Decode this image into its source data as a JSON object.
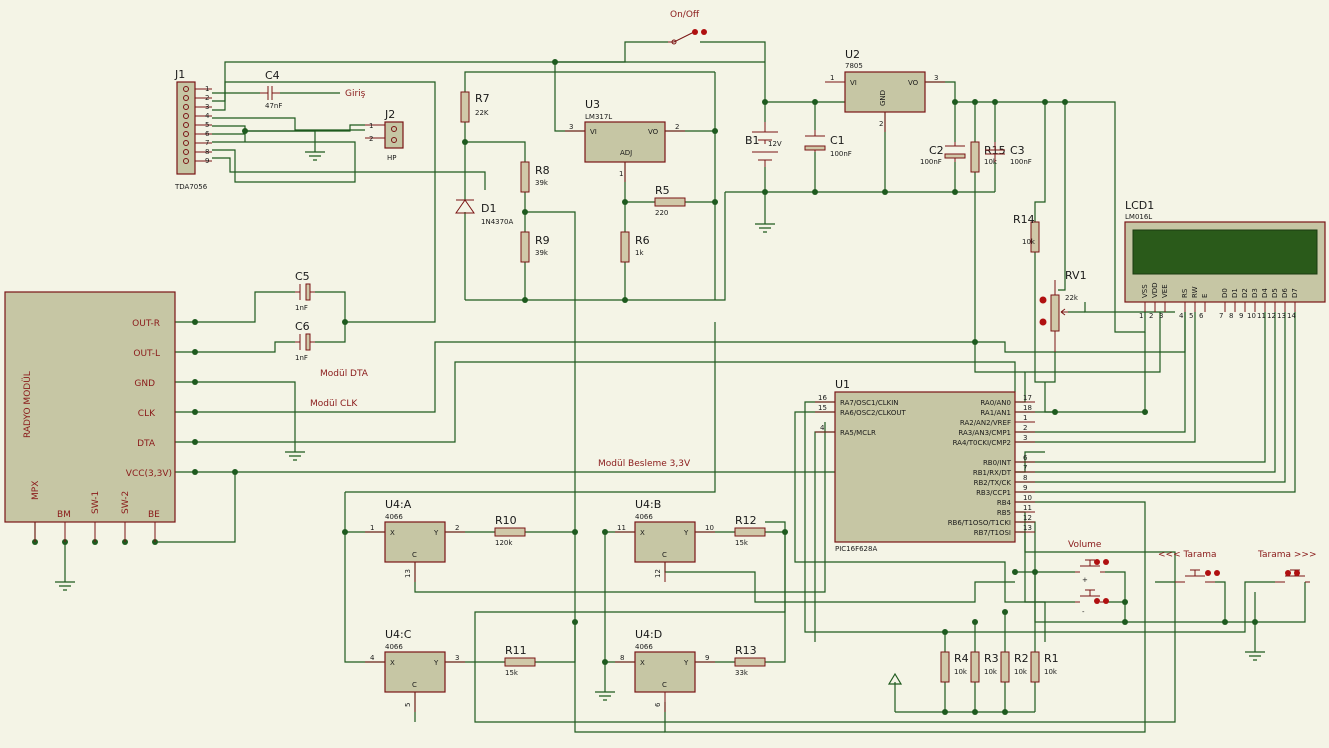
{
  "components": {
    "j1": {
      "ref": "J1",
      "value": "TDA7056",
      "pins": [
        "1",
        "2",
        "3",
        "4",
        "5",
        "6",
        "7",
        "8",
        "9"
      ]
    },
    "j2": {
      "ref": "J2",
      "value": "HP",
      "pins": [
        "1",
        "2"
      ]
    },
    "c4": {
      "ref": "C4",
      "value": "47nF"
    },
    "c5": {
      "ref": "C5",
      "value": "1nF"
    },
    "c6": {
      "ref": "C6",
      "value": "1nF"
    },
    "c1": {
      "ref": "C1",
      "value": "100nF"
    },
    "c2": {
      "ref": "C2",
      "value": "100nF"
    },
    "c3": {
      "ref": "C3",
      "value": "100nF"
    },
    "r7": {
      "ref": "R7",
      "value": "22K"
    },
    "r8": {
      "ref": "R8",
      "value": "39k"
    },
    "r9": {
      "ref": "R9",
      "value": "39k"
    },
    "r5": {
      "ref": "R5",
      "value": "220"
    },
    "r6": {
      "ref": "R6",
      "value": "1k"
    },
    "r15": {
      "ref": "R15",
      "value": "10k"
    },
    "r14": {
      "ref": "R14",
      "value": "10k"
    },
    "rv1": {
      "ref": "RV1",
      "value": "22k"
    },
    "r10": {
      "ref": "R10",
      "value": "120k"
    },
    "r11": {
      "ref": "R11",
      "value": "15k"
    },
    "r12": {
      "ref": "R12",
      "value": "15k"
    },
    "r13": {
      "ref": "R13",
      "value": "33k"
    },
    "r1": {
      "ref": "R1",
      "value": "10k"
    },
    "r2": {
      "ref": "R2",
      "value": "10k"
    },
    "r3": {
      "ref": "R3",
      "value": "10k"
    },
    "r4": {
      "ref": "R4",
      "value": "10k"
    },
    "d1": {
      "ref": "D1",
      "value": "1N4370A"
    },
    "u3": {
      "ref": "U3",
      "value": "LM317L",
      "pin_vi": "VI",
      "pin_vo": "VO",
      "pin_adj": "ADJ",
      "pn_in": "3",
      "pn_out": "2",
      "pn_adj": "1"
    },
    "u2": {
      "ref": "U2",
      "value": "7805",
      "pin_vi": "VI",
      "pin_vo": "VO",
      "pin_gnd": "GND",
      "pn_in": "1",
      "pn_out": "3",
      "pn_gnd": "2"
    },
    "b1": {
      "ref": "B1",
      "value": "12V"
    },
    "lcd": {
      "ref": "LCD1",
      "value": "LM016L",
      "pin_names": [
        "VSS",
        "VDD",
        "VEE",
        "RS",
        "RW",
        "E",
        "D0",
        "D1",
        "D2",
        "D3",
        "D4",
        "D5",
        "D6",
        "D7"
      ],
      "pin_numbers": [
        "1",
        "2",
        "3",
        "4",
        "5",
        "6",
        "7",
        "8",
        "9",
        "10",
        "11",
        "12",
        "13",
        "14"
      ]
    },
    "u1": {
      "ref": "U1",
      "value": "PIC16F628A",
      "left_pins": [
        {
          "n": "16",
          "name": "RA7/OSC1/CLKIN"
        },
        {
          "n": "15",
          "name": "RA6/OSC2/CLKOUT"
        },
        {
          "n": "4",
          "name": "RA5/MCLR"
        }
      ],
      "right_pins": [
        {
          "n": "17",
          "name": "RA0/AN0"
        },
        {
          "n": "18",
          "name": "RA1/AN1"
        },
        {
          "n": "1",
          "name": "RA2/AN2/VREF"
        },
        {
          "n": "2",
          "name": "RA3/AN3/CMP1"
        },
        {
          "n": "3",
          "name": "RA4/T0CKI/CMP2"
        },
        {
          "n": "6",
          "name": "RB0/INT"
        },
        {
          "n": "7",
          "name": "RB1/RX/DT"
        },
        {
          "n": "8",
          "name": "RB2/TX/CK"
        },
        {
          "n": "9",
          "name": "RB3/CCP1"
        },
        {
          "n": "10",
          "name": "RB4"
        },
        {
          "n": "11",
          "name": "RB5"
        },
        {
          "n": "12",
          "name": "RB6/T1OSO/T1CKI"
        },
        {
          "n": "13",
          "name": "RB7/T1OSI"
        }
      ]
    },
    "u4a": {
      "ref": "U4:A",
      "value": "4066",
      "pin_x": "X",
      "pin_y": "Y",
      "pin_c": "C",
      "pn_x": "1",
      "pn_y": "2",
      "pn_c": "13"
    },
    "u4b": {
      "ref": "U4:B",
      "value": "4066",
      "pin_x": "X",
      "pin_y": "Y",
      "pin_c": "C",
      "pn_x": "11",
      "pn_y": "10",
      "pn_c": "12"
    },
    "u4c": {
      "ref": "U4:C",
      "value": "4066",
      "pin_x": "X",
      "pin_y": "Y",
      "pin_c": "C",
      "pn_x": "4",
      "pn_y": "3",
      "pn_c": "5"
    },
    "u4d": {
      "ref": "U4:D",
      "value": "4066",
      "pin_x": "X",
      "pin_y": "Y",
      "pin_c": "C",
      "pn_x": "8",
      "pn_y": "9",
      "pn_c": "6"
    },
    "radio": {
      "name": "RADYO MODÜL",
      "right_pins": [
        "OUT-R",
        "OUT-L",
        "GND",
        "CLK",
        "DTA",
        "VCC(3,3V)"
      ],
      "bottom_pins": [
        "MPX",
        "BM",
        "SW-1",
        "SW-2",
        "BE"
      ]
    }
  },
  "labels": {
    "onoff": "On/Off",
    "giris": "Giriş",
    "modul_dta": "Modül DTA",
    "modul_clk": "Modül CLK",
    "modul_besleme": "Modül Besleme 3,3V",
    "volume": "Volume",
    "volume_up": "+",
    "volume_down": "-",
    "tarama_back": "<<< Tarama",
    "tarama_fwd": "Tarama >>>"
  }
}
